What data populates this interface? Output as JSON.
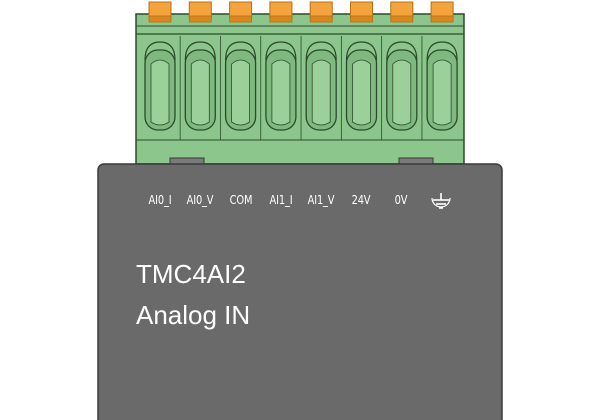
{
  "module": {
    "model": "TMC4AI2",
    "description": "Analog IN",
    "pins": [
      {
        "label": "AI0_I"
      },
      {
        "label": "AI0_V"
      },
      {
        "label": "COM"
      },
      {
        "label": "AI1_I"
      },
      {
        "label": "AI1_V"
      },
      {
        "label": "24V"
      },
      {
        "label": "0V"
      },
      {
        "label": "",
        "icon": "ground-icon"
      }
    ]
  },
  "colors": {
    "terminal_block": "#8cc68c",
    "terminal_outline": "#2b4a2b",
    "release_tab": "#f3a43c",
    "module_body": "#6a6a6a",
    "module_outline": "#3a3a3a",
    "text": "#ffffff"
  }
}
